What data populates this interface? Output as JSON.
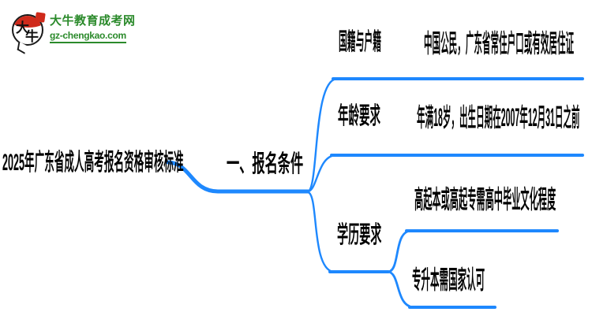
{
  "brand": {
    "name": "大牛教育成考网",
    "domain": "gz-chengkao.com",
    "logo": {
      "char_top": "大",
      "char_bottom": "牛",
      "seal_icon": "red-seal",
      "green": "#2b8a2b",
      "red": "#cf2a1b"
    }
  },
  "mindmap": {
    "accent_color": "#1e88fe",
    "text_color": "#000000",
    "root": {
      "label": "2025年广东省成人高考报名资格审核标准"
    },
    "branch": {
      "label": "一、报名条件",
      "children": [
        {
          "label": "国籍与户籍",
          "detail": "中国公民，广东省常住户口或有效居住证"
        },
        {
          "label": "年龄要求",
          "detail": "年满18岁，出生日期在2007年12月31日之前"
        },
        {
          "label": "学历要求",
          "details": [
            "高起本或高起专需高中毕业文化程度",
            "专升本需国家认可"
          ]
        }
      ]
    }
  }
}
